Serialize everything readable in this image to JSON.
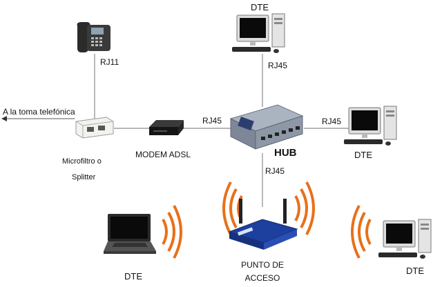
{
  "labels": {
    "dte_top": "DTE",
    "rj45_top": "RJ45",
    "rj11": "RJ11",
    "wall_socket": "A la toma telefónica",
    "rj45_left": "RJ45",
    "rj45_right": "RJ45",
    "rj45_bottom": "RJ45",
    "modem": "MODEM ADSL",
    "splitter_line1": "Microfiltro o",
    "splitter_line2": "Splitter",
    "hub": "HUB",
    "dte_right": "DTE",
    "dte_laptop": "DTE",
    "ap_line1": "PUNTO DE",
    "ap_line2": "ACCESO",
    "dte_bottom_right": "DTE"
  },
  "colors": {
    "line": "#8a8a8a",
    "wifi": "#e8701a",
    "hub_body": "#8d97a6",
    "router_blue": "#1d3f9e",
    "screen": "#0a0a0a"
  }
}
